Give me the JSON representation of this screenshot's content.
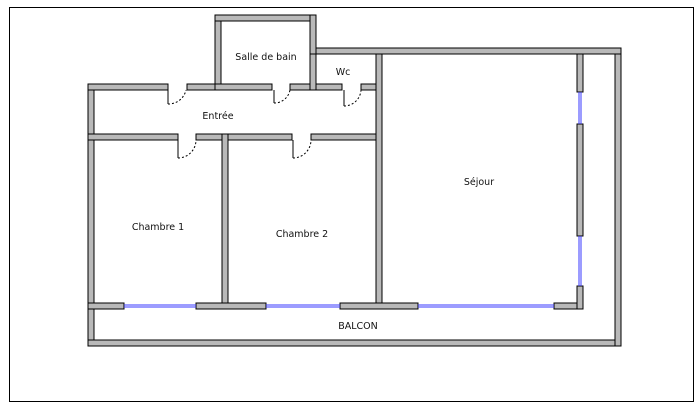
{
  "plan": {
    "rooms": {
      "salle_de_bain": "Salle de bain",
      "wc": "Wc",
      "entree": "Entrée",
      "sejour": "Séjour",
      "chambre1": "Chambre 1",
      "chambre2": "Chambre 2",
      "balcon": "BALCON"
    },
    "colors": {
      "wall_fill": "#b9b9b9",
      "wall_stroke": "#000000",
      "window": "#3a3aff",
      "door_arc": "#000000",
      "background": "#ffffff"
    }
  }
}
